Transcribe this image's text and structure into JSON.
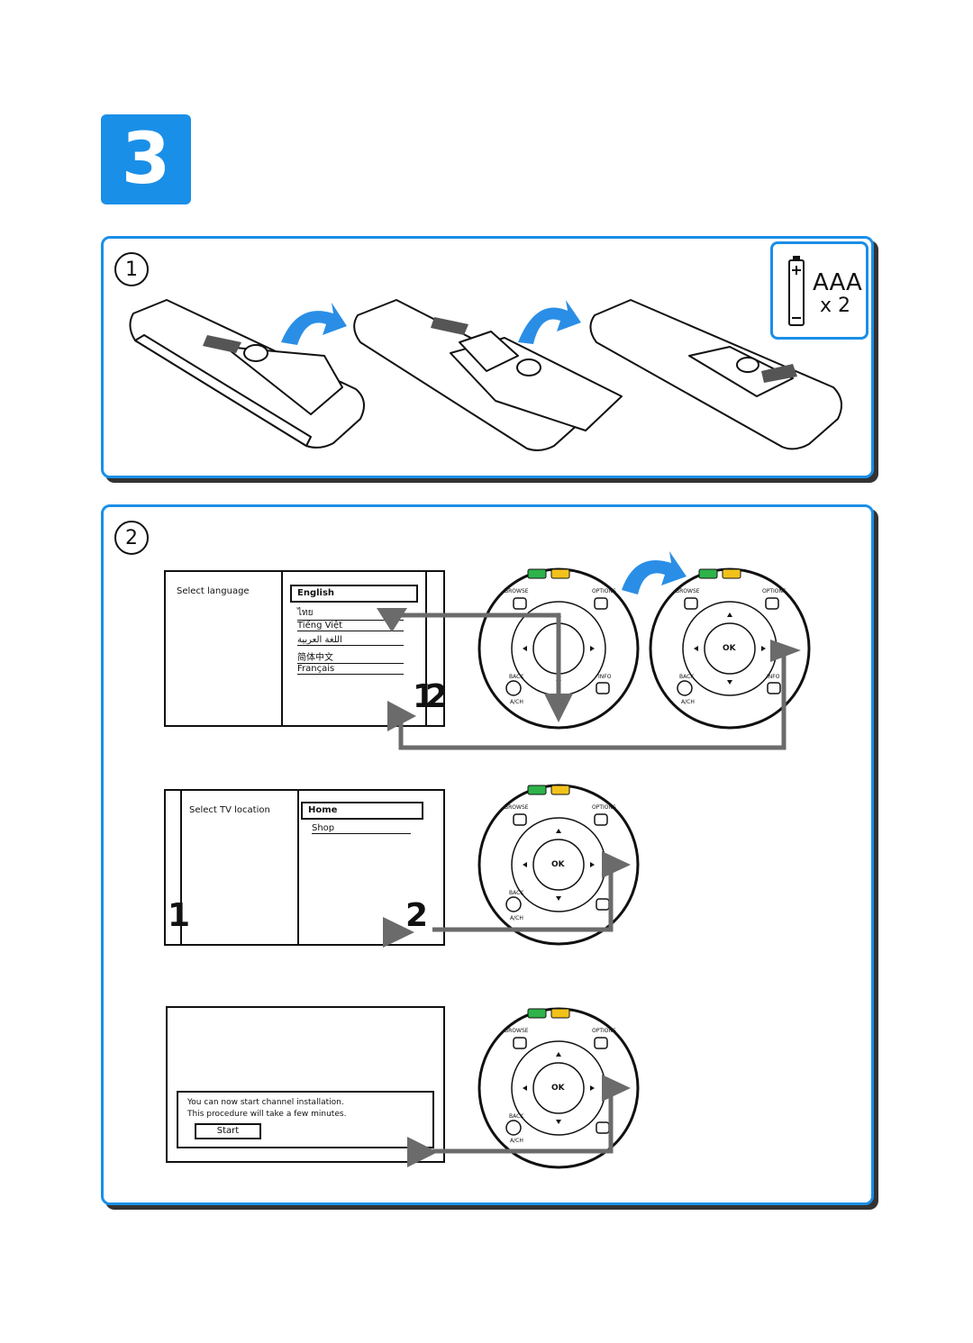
{
  "step_number": "3",
  "panel1": {
    "label": "1",
    "battery": {
      "type": "AAA",
      "count": "x 2"
    }
  },
  "panel2": {
    "label": "2",
    "language_menu": {
      "title": "Select language",
      "options": [
        "English",
        "ไทย",
        "Tiếng Việt",
        "اللغة العربية",
        "简体中文",
        "Français"
      ],
      "selected": "English"
    },
    "location_menu": {
      "title": "Select TV location",
      "options": [
        "Home",
        "Shop"
      ],
      "selected": "Home"
    },
    "install_dialog": {
      "line1": "You can now start channel installation.",
      "line2": "This procedure will take a few minutes.",
      "button": "Start"
    },
    "remote_labels": {
      "browse": "BROWSE",
      "options": "OPTIONS",
      "back": "BACK",
      "info": "INFO",
      "ach": "A/CH",
      "ok": "OK"
    },
    "step_marks": [
      "1",
      "2"
    ]
  },
  "colors": {
    "accent": "#1a8fe8",
    "arrow_blue": "#2a8ee6",
    "arrow_grey": "#6b6b6b",
    "green_key": "#2db34a",
    "yellow_key": "#f2c21b",
    "red_key": "#d83a2e"
  }
}
